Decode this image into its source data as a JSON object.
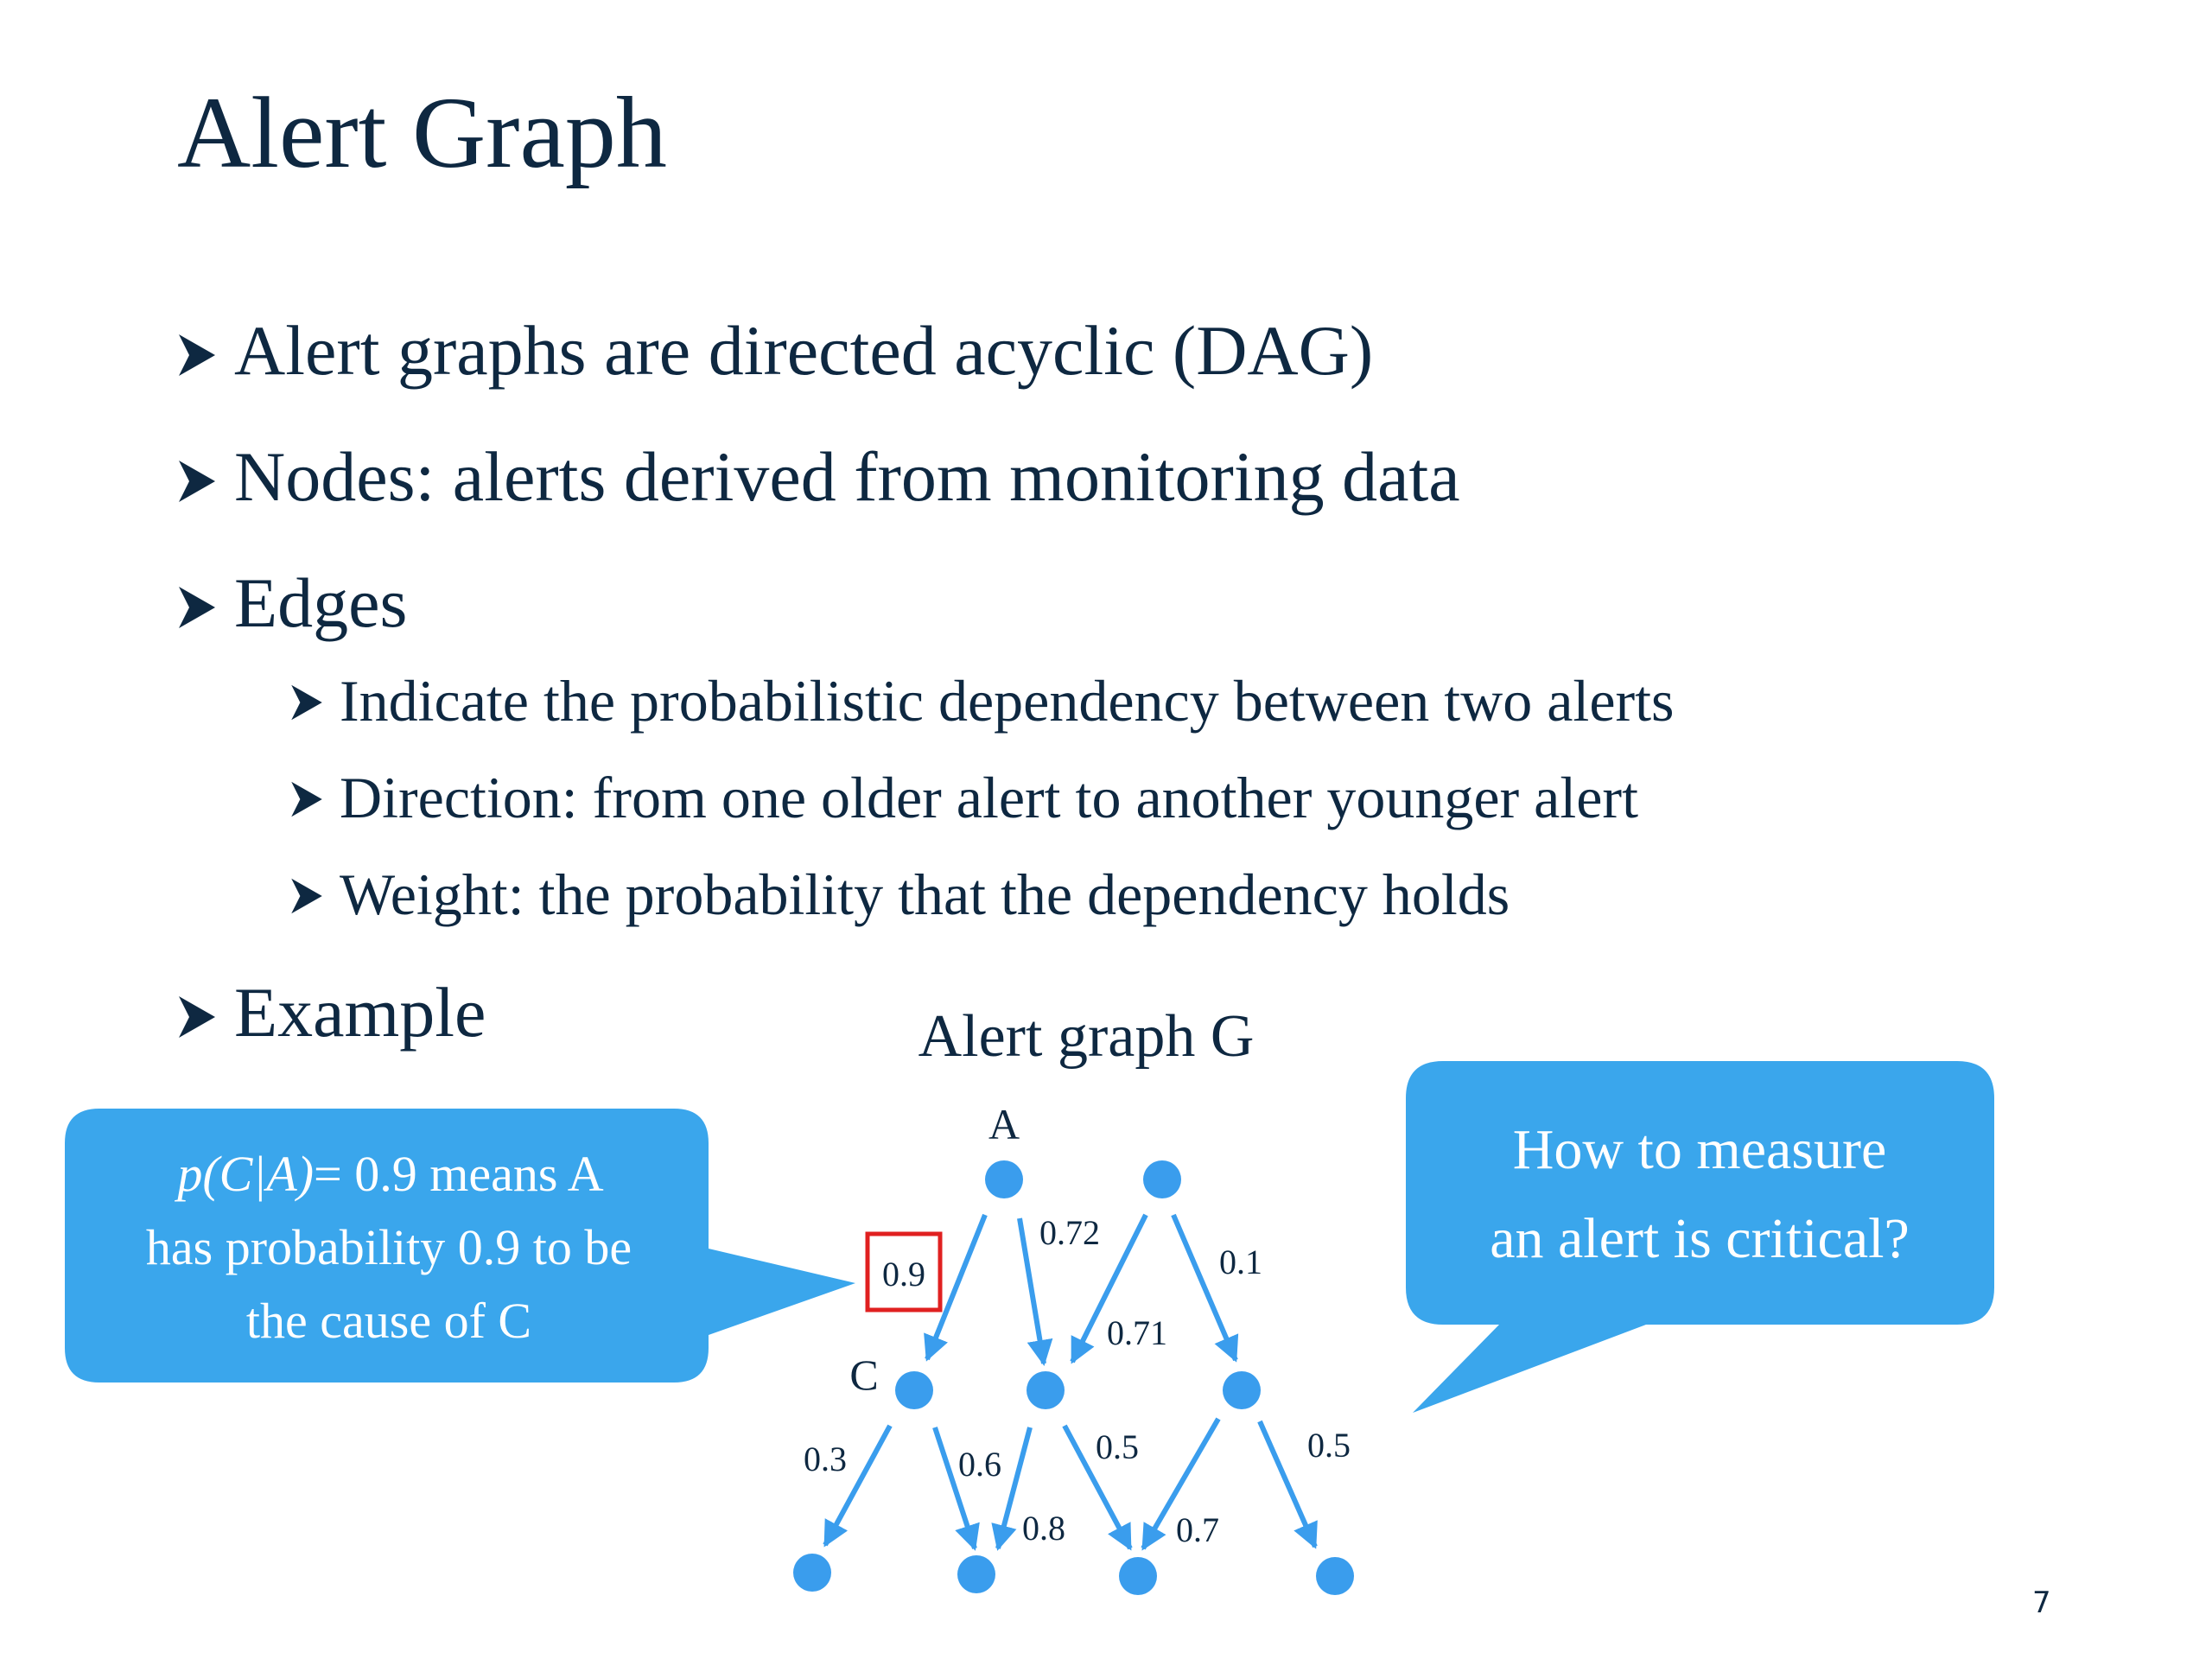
{
  "slide": {
    "title": "Alert Graph",
    "page_number": "7"
  },
  "bullets": [
    {
      "level": 1,
      "text": "Alert graphs are directed acyclic (DAG)"
    },
    {
      "level": 1,
      "text": "Nodes: alerts derived from monitoring data"
    },
    {
      "level": 1,
      "text": "Edges"
    },
    {
      "level": 2,
      "text": "Indicate the probabilistic dependency between two alerts"
    },
    {
      "level": 2,
      "text": "Direction: from one older alert to another younger alert"
    },
    {
      "level": 2,
      "text": "Weight: the probability that the dependency holds"
    },
    {
      "level": 1,
      "text": "Example"
    }
  ],
  "diagram": {
    "graph_title": "Alert graph G",
    "node_labels": {
      "A": "A",
      "C": "C"
    },
    "edge_weights": {
      "A_to_C": "0.9",
      "A_to_r2": "0.72",
      "t2_to_r2": "0.71",
      "t2_to_r3": "0.1",
      "C_to_b1": "0.3",
      "C_to_b2": "0.6",
      "r2_to_b2": "0.8",
      "r2_to_b3": "0.5",
      "r3_to_b3": "0.7",
      "r3_to_b4": "0.5"
    },
    "highlighted_edge": "A_to_C",
    "colors": {
      "node": "#3a9ded",
      "edge": "#3a9ded",
      "highlight_box": "#e02020",
      "callout": "#3aa6ec",
      "callout_text": "#ffffff"
    }
  },
  "callouts": {
    "left": {
      "formula": "p(C|A)",
      "line1_rest": "= 0.9 means A",
      "line2": "has probability 0.9 to be",
      "line3": "the cause of C"
    },
    "right": {
      "line1": "How to measure",
      "line2": "an alert is critical?"
    }
  }
}
